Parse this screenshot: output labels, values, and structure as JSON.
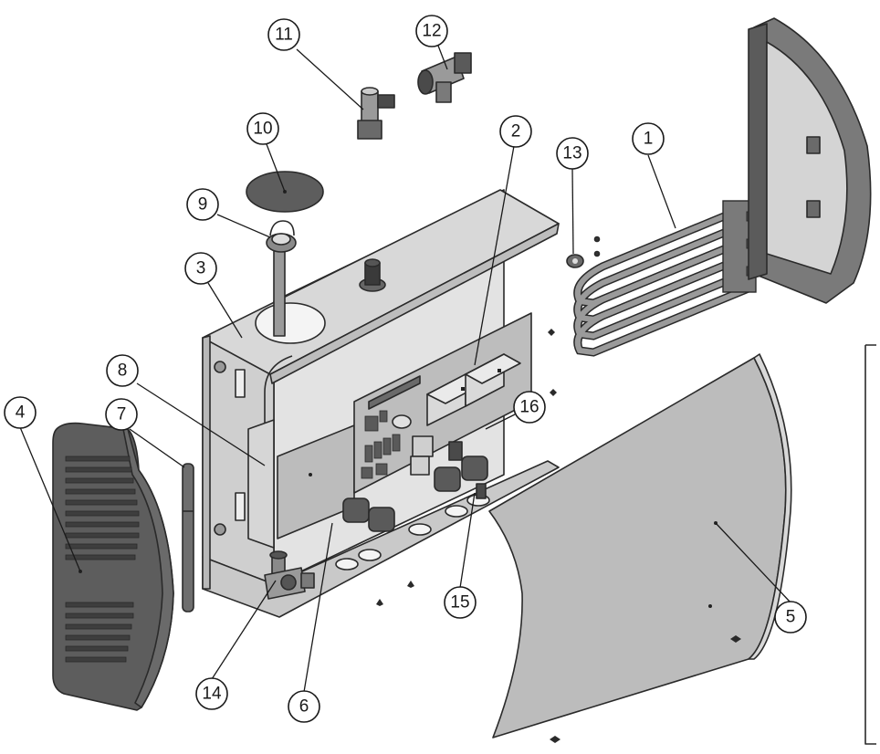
{
  "diagram": {
    "callouts": [
      {
        "id": "c1",
        "label": "1"
      },
      {
        "id": "c2",
        "label": "2"
      },
      {
        "id": "c3",
        "label": "3"
      },
      {
        "id": "c4",
        "label": "4"
      },
      {
        "id": "c5",
        "label": "5"
      },
      {
        "id": "c6",
        "label": "6"
      },
      {
        "id": "c7",
        "label": "7"
      },
      {
        "id": "c8",
        "label": "8"
      },
      {
        "id": "c9",
        "label": "9"
      },
      {
        "id": "c10",
        "label": "10"
      },
      {
        "id": "c11",
        "label": "11"
      },
      {
        "id": "c12",
        "label": "12"
      },
      {
        "id": "c13",
        "label": "13"
      },
      {
        "id": "c14",
        "label": "14"
      },
      {
        "id": "c15",
        "label": "15"
      },
      {
        "id": "c16",
        "label": "16"
      }
    ],
    "colors": {
      "outline": "#2a2a2a",
      "dark_cover": "#5b5b5b",
      "medium_panel": "#b9b9b9",
      "light_panel": "#dcdcdc",
      "box_metal": "#d2d2d2",
      "pcb": "#bdbdbd"
    }
  }
}
